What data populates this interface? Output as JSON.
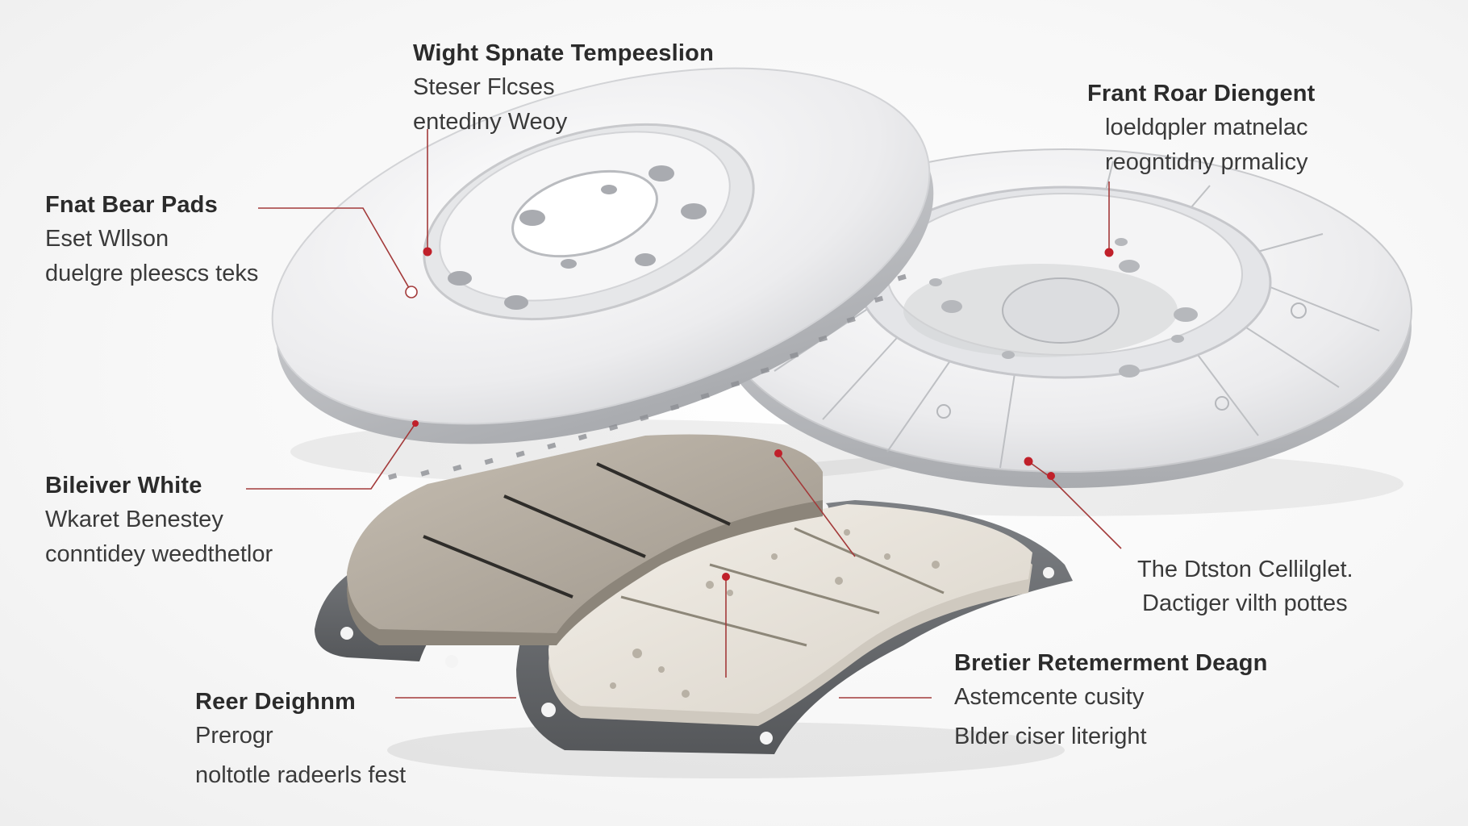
{
  "callouts": [
    {
      "id": "top-center",
      "title": "Wight Spnate Tempeeslion",
      "lines": [
        "Steser Flcses",
        "entediny Weoy"
      ]
    },
    {
      "id": "top-right",
      "title": "Frant Roar Diengent",
      "lines": [
        "loeldqpler matnelac",
        "reogntidny prmalicy"
      ]
    },
    {
      "id": "left-top",
      "title": "Fnat Bear Pads",
      "lines": [
        "Eset Wllson",
        "duelgre pleescs teks"
      ]
    },
    {
      "id": "left-mid",
      "title": "Bileiver White",
      "lines": [
        "Wkaret Benestey",
        "conntidey weedthetlor"
      ]
    },
    {
      "id": "right-mid",
      "title": "",
      "lines": [
        "The Dtston Cellilglet.",
        "Dactiger vilth pottes"
      ]
    },
    {
      "id": "bottom-right",
      "title": "Bretier Retemerment Deagn",
      "lines": [
        "Astemcente cusity",
        "Blder ciser literight"
      ]
    },
    {
      "id": "bottom-left",
      "title": "Reer Deighnm",
      "lines": [
        "Prerogr",
        "noltotle radeerls fest"
      ]
    }
  ],
  "colors": {
    "leader": "#a33a3a",
    "marker": "#c0202a",
    "rotor": "#e9eaec",
    "pad": "#b8b0a4",
    "backing": "#6b6d70"
  },
  "components": [
    "front-rotor",
    "slotted-rotor",
    "dark-brake-pad",
    "light-brake-pad"
  ]
}
